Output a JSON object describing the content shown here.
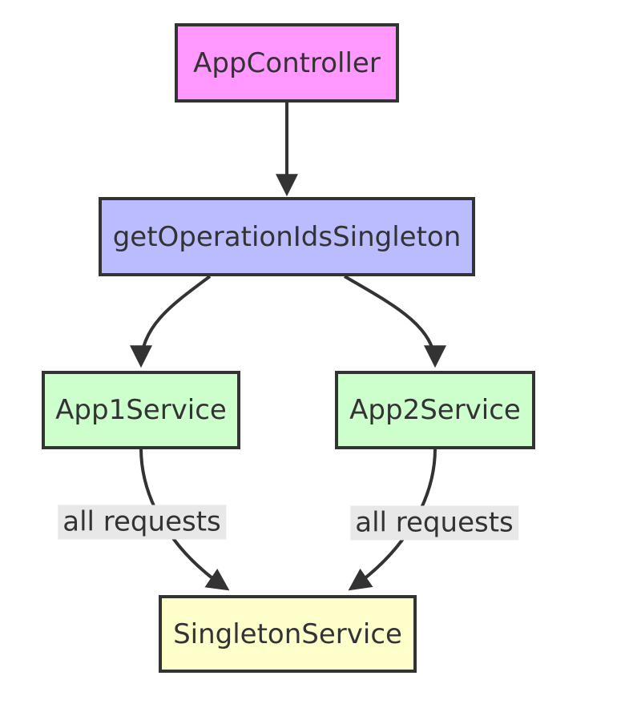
{
  "diagram": {
    "kind": "flowchart",
    "direction": "top-down",
    "background": "#ffffff",
    "line_color": "#333333",
    "text_color": "#333333",
    "edge_label_bg": "#e8e8e8",
    "node_stroke": "#333333",
    "nodes": [
      {
        "id": "AppController",
        "label": "AppController",
        "fill": "#ff99ff"
      },
      {
        "id": "getOperationIdsSingleton",
        "label": "getOperationIdsSingleton",
        "fill": "#bbbbff"
      },
      {
        "id": "App1Service",
        "label": "App1Service",
        "fill": "#ccffcc"
      },
      {
        "id": "App2Service",
        "label": "App2Service",
        "fill": "#ccffcc"
      },
      {
        "id": "SingletonService",
        "label": "SingletonService",
        "fill": "#ffffcc"
      }
    ],
    "edges": [
      {
        "from": "AppController",
        "to": "getOperationIdsSingleton",
        "label": ""
      },
      {
        "from": "getOperationIdsSingleton",
        "to": "App1Service",
        "label": ""
      },
      {
        "from": "getOperationIdsSingleton",
        "to": "App2Service",
        "label": ""
      },
      {
        "from": "App1Service",
        "to": "SingletonService",
        "label": "all requests"
      },
      {
        "from": "App2Service",
        "to": "SingletonService",
        "label": "all requests"
      }
    ]
  }
}
